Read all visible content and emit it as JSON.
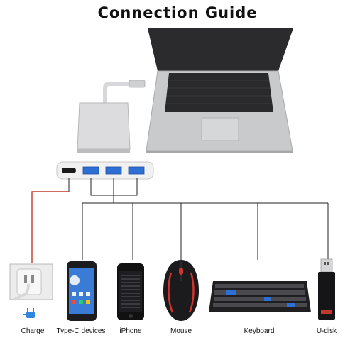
{
  "title": "Connection Guide",
  "devices": [
    {
      "label": "Charge"
    },
    {
      "label": "Type-C devices"
    },
    {
      "label": "iPhone"
    },
    {
      "label": "Mouse"
    },
    {
      "label": "Keyboard"
    },
    {
      "label": "U-disk"
    }
  ],
  "colors": {
    "line": "#222222",
    "power_line": "#c0392b",
    "adapter": "#d8d8da",
    "laptop": "#c9cacc",
    "usb_port": "#2e6fd6"
  }
}
